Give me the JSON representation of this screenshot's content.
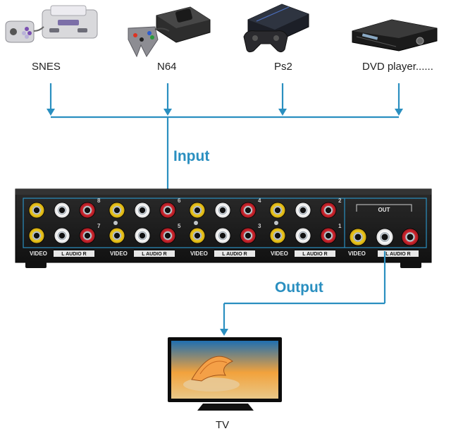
{
  "sources": [
    {
      "name": "snes",
      "label": "SNES",
      "icon": "snes-console-icon"
    },
    {
      "name": "n64",
      "label": "N64",
      "icon": "n64-console-icon"
    },
    {
      "name": "ps2",
      "label": "Ps2",
      "icon": "ps2-console-icon"
    },
    {
      "name": "dvd",
      "label": "DVD player......",
      "icon": "dvd-player-icon"
    }
  ],
  "flow": {
    "input_label": "Input",
    "output_label": "Output"
  },
  "switch_box": {
    "group_numbers_top": [
      "8",
      "6",
      "4",
      "2"
    ],
    "group_numbers_bottom": [
      "7",
      "5",
      "3",
      "1"
    ],
    "input_groups": [
      {
        "video": "VIDEO",
        "audio": "L AUDIO R"
      },
      {
        "video": "VIDEO",
        "audio": "L AUDIO R"
      },
      {
        "video": "VIDEO",
        "audio": "L AUDIO R"
      },
      {
        "video": "VIDEO",
        "audio": "L AUDIO R"
      }
    ],
    "out_label": "OUT",
    "out_video": "VIDEO",
    "out_audio": "L AUDIO R"
  },
  "output_device": {
    "label": "TV",
    "icon": "tv-icon"
  },
  "colors": {
    "arrow": "#2a8fc0",
    "jack_yellow": "#e8c21a",
    "jack_white": "#f2f2f2",
    "jack_red": "#c8232b",
    "box": "#1b1b1b",
    "panel_outline": "#2a8fc0"
  }
}
